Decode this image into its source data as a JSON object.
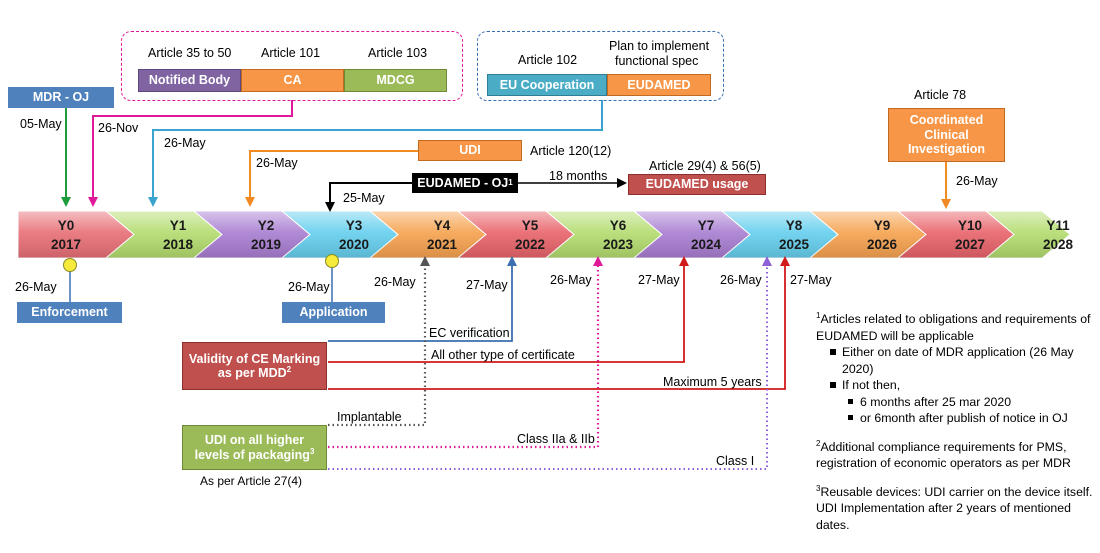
{
  "years": [
    {
      "code": "Y0",
      "year": "2017",
      "color": "#e86f76"
    },
    {
      "code": "Y1",
      "year": "2018",
      "color": "#b3dc6e"
    },
    {
      "code": "Y2",
      "year": "2019",
      "color": "#a87dd1"
    },
    {
      "code": "Y3",
      "year": "2020",
      "color": "#65cfee"
    },
    {
      "code": "Y4",
      "year": "2021",
      "color": "#f6a24e"
    },
    {
      "code": "Y5",
      "year": "2022",
      "color": "#e8636a"
    },
    {
      "code": "Y6",
      "year": "2023",
      "color": "#b3dc6e"
    },
    {
      "code": "Y7",
      "year": "2024",
      "color": "#a87dd1"
    },
    {
      "code": "Y8",
      "year": "2025",
      "color": "#65cfee"
    },
    {
      "code": "Y9",
      "year": "2026",
      "color": "#f6a24e"
    },
    {
      "code": "Y10",
      "year": "2027",
      "color": "#e8636a"
    },
    {
      "code": "Y11",
      "year": "2028",
      "color": "#b3dc6e"
    }
  ],
  "mdr_oj": {
    "label": "MDR - OJ",
    "date": "05-May",
    "color": "#4f81bd"
  },
  "group1": {
    "article_35_50": "Article 35 to 50",
    "article_101": "Article 101",
    "article_103": "Article 103",
    "notified_body": "Notified Body",
    "ca": "CA",
    "mdcg": "MDCG",
    "date": "26-Nov"
  },
  "group2": {
    "article_102": "Article 102",
    "plan_line1": "Plan to implement",
    "plan_line2": "functional spec",
    "eu_cooperation": "EU Cooperation",
    "eudamed": "EUDAMED",
    "date": "26-May"
  },
  "udi_top": {
    "label": "UDI",
    "article": "Article 120(12)",
    "date": "26-May"
  },
  "eudamed_oj": {
    "label": "EUDAMED - OJ",
    "sup": "1",
    "date": "25-May",
    "months": "18 months"
  },
  "eudamed_usage": {
    "label": "EUDAMED usage",
    "article": "Article 29(4) & 56(5)"
  },
  "article_78": {
    "article": "Article 78",
    "line1": "Coordinated",
    "line2": "Clinical",
    "line3": "Investigation",
    "date": "26-May"
  },
  "enforcement": {
    "label": "Enforcement",
    "date": "26-May"
  },
  "application": {
    "label": "Application",
    "date": "26-May"
  },
  "below_dates": {
    "y4": "26-May",
    "y5": "27-May",
    "y6": "26-May",
    "y7": "27-May",
    "y8": "26-May",
    "y8b": "27-May"
  },
  "validity": {
    "line1": "Validity of CE Marking",
    "line2": "as per MDD",
    "sup": "2",
    "ec_verification": "EC verification",
    "all_other": "All other type of  certificate",
    "maximum": "Maximum 5 years"
  },
  "udi_levels": {
    "line1": "UDI on  all higher",
    "line2": "levels of packaging",
    "sup": "3",
    "as_per": "As per Article 27(4)",
    "implantable": "Implantable",
    "class_iia": "Class IIa  & IIb",
    "class_i": "Class I"
  },
  "notes": {
    "n1_sup": "1",
    "n1_text": "Articles related to obligations and requirements of EUDAMED will be applicable",
    "b1": "Either on date of MDR application (26 May 2020)",
    "b2": "If not then,",
    "b2a": "6 months  after 25 mar 2020",
    "b2b": "or  6month after publish of notice in OJ",
    "n2_sup": "2",
    "n2_text": "Additional compliance requirements for PMS, registration of economic operators as per MDR",
    "n3_sup": "3",
    "n3_text": "Reusable devices: UDI carrier on the device itself. UDI Implementation after 2 years of mentioned dates."
  }
}
